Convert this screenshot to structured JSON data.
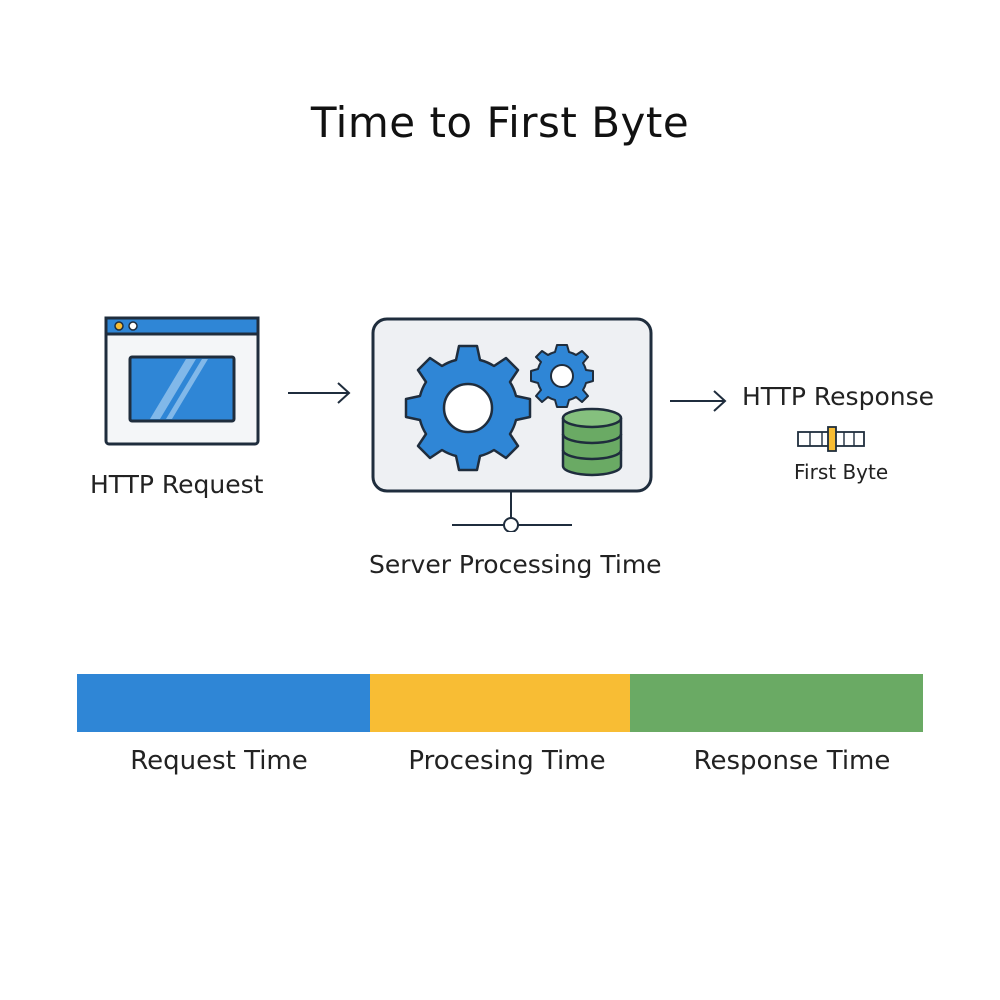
{
  "title": "Time to First Byte",
  "nodes": {
    "request": {
      "label": "HTTP Request",
      "icon": "browser-window-icon"
    },
    "server": {
      "label": "Server Processing Time",
      "icon": "server-gears-database-icon"
    },
    "response": {
      "label": "HTTP Response",
      "sublabel": "First Byte",
      "icon": "first-byte-marker-icon"
    }
  },
  "timeline": {
    "segments": [
      {
        "label": "Request Time",
        "color": "#2f86d6",
        "share": 0.347
      },
      {
        "label": "Procesing Time",
        "color": "#f8bd34",
        "share": 0.307
      },
      {
        "label": "Response Time",
        "color": "#6aaa64",
        "share": 0.346
      }
    ]
  },
  "colors": {
    "blue": "#2f86d6",
    "yellow": "#f8bd34",
    "green": "#6aaa64",
    "outline": "#1f2d3d"
  }
}
